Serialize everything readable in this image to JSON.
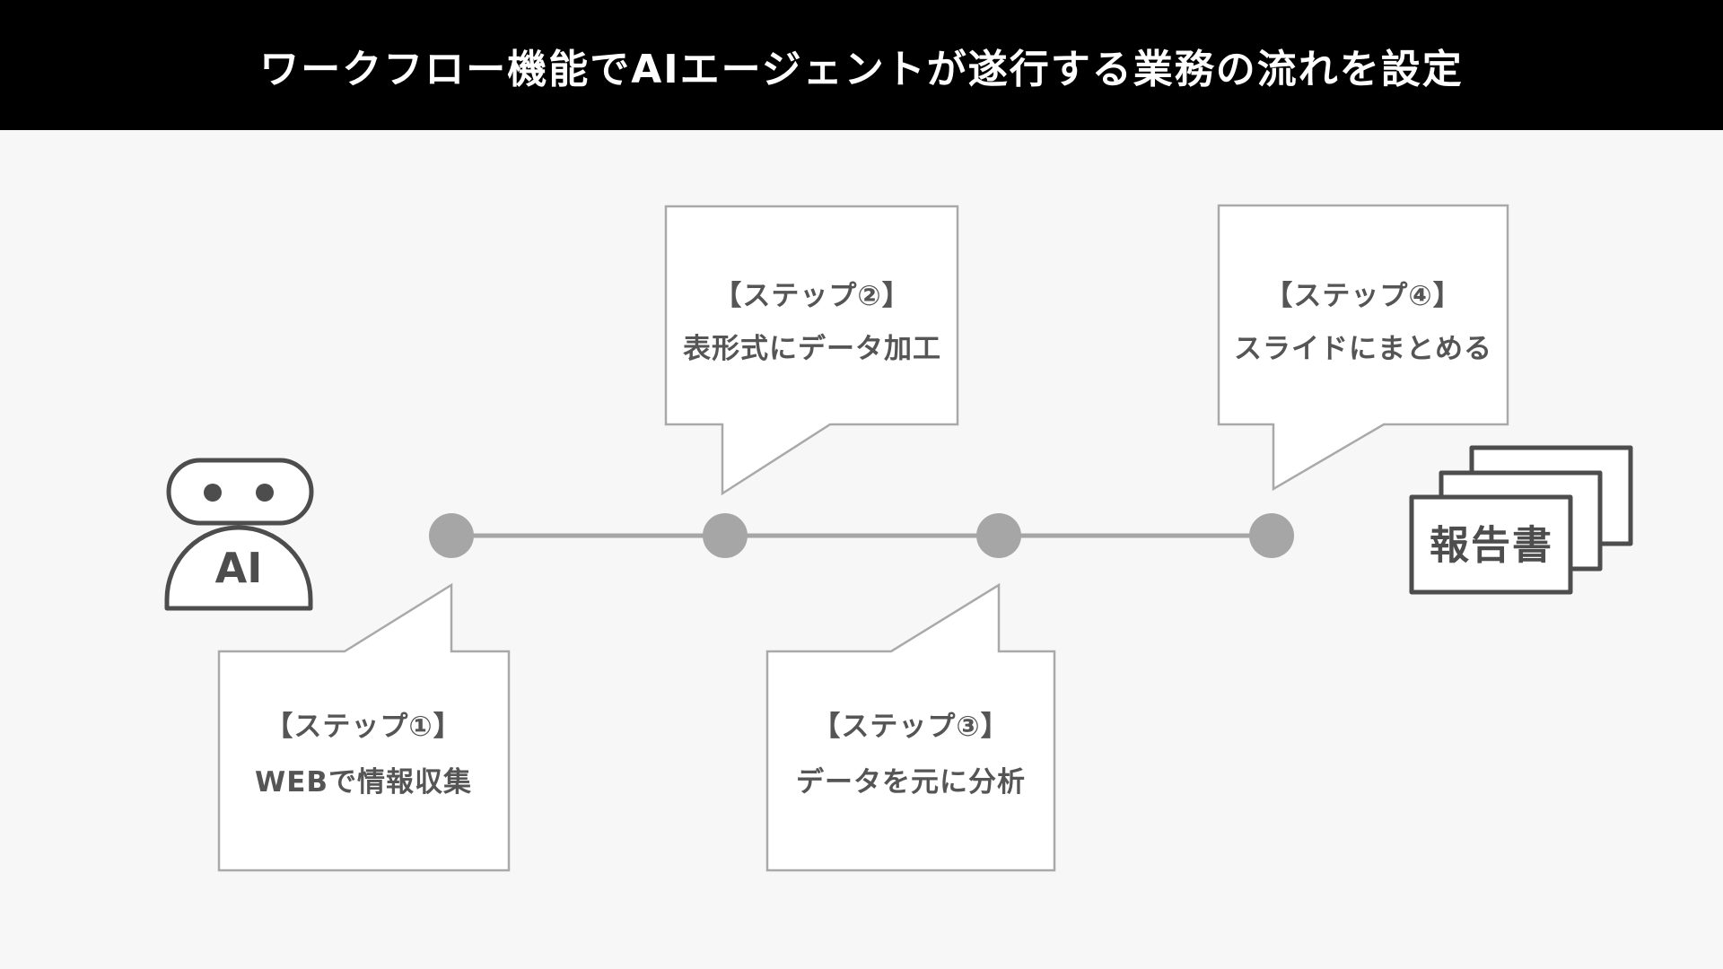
{
  "header": {
    "title": "ワークフロー機能でAIエージェントが遂行する業務の流れを設定",
    "bg_color": "#000000",
    "text_color": "#ffffff"
  },
  "robot": {
    "icon": "ai-robot-icon",
    "label": "AI"
  },
  "steps": [
    {
      "id": 1,
      "title": "【ステップ①】",
      "description": "WEBで情報収集",
      "bubble_position": "below-timeline"
    },
    {
      "id": 2,
      "title": "【ステップ②】",
      "description": "表形式にデータ加工",
      "bubble_position": "above-timeline"
    },
    {
      "id": 3,
      "title": "【ステップ③】",
      "description": "データを元に分析",
      "bubble_position": "below-timeline"
    },
    {
      "id": 4,
      "title": "【ステップ④】",
      "description": "スライドにまとめる",
      "bubble_position": "above-timeline"
    }
  ],
  "timeline": {
    "dot_count": 4,
    "direction": "left-to-right"
  },
  "output_document": {
    "icon": "report-stack-icon",
    "label": "報告書",
    "sheet_count": 3
  },
  "colors": {
    "page_background": "#f7f7f7",
    "bubble_border": "#a9a9a9",
    "bubble_fill": "#ffffff",
    "timeline_gray": "#a6a6a6",
    "dark_stroke": "#4d4d4d",
    "bubble_text": "#555555"
  }
}
